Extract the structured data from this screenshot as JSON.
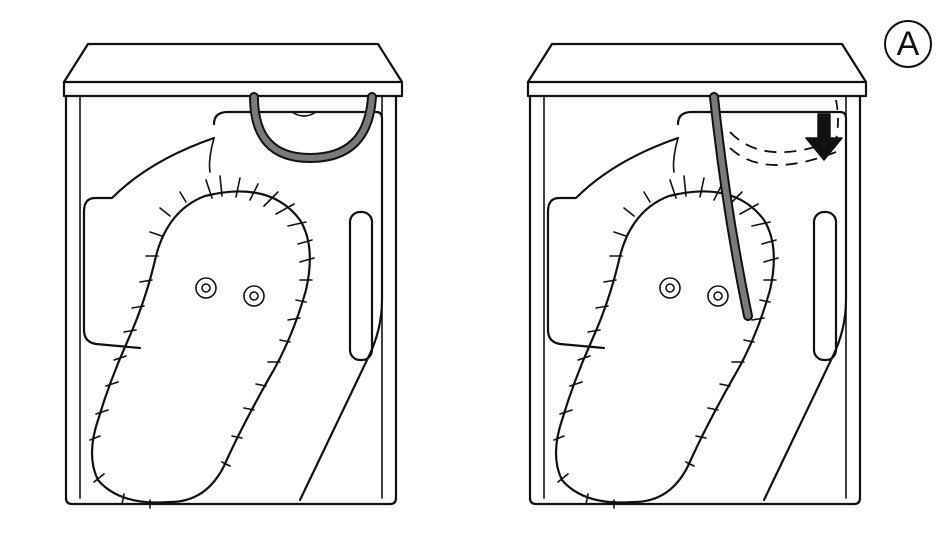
{
  "figure": {
    "step_label": "A",
    "panels": [
      {
        "id": "before",
        "hose_state": "stored-loop"
      },
      {
        "id": "after",
        "hose_state": "pulled-down"
      }
    ],
    "colors": {
      "line": "#111111",
      "hose": "#7a7a7a",
      "arrow": "#111111",
      "background": "#ffffff"
    },
    "icons": [
      "down-arrow-icon",
      "washer-door-icon",
      "hose-icon"
    ]
  }
}
